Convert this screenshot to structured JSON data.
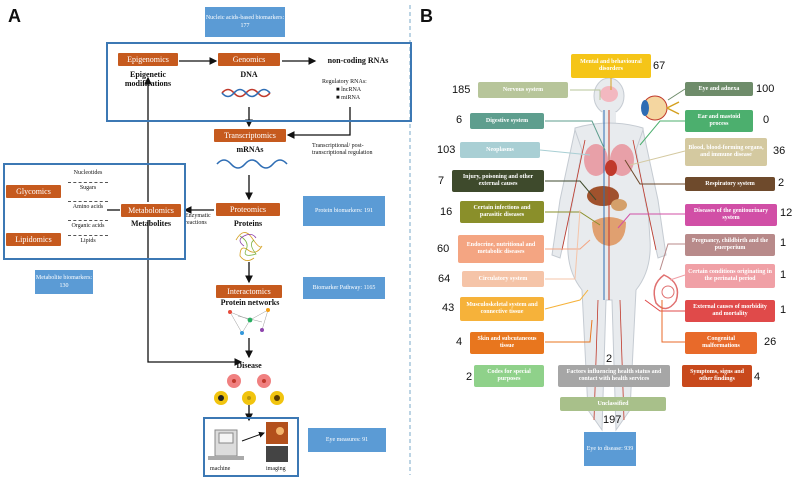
{
  "panel_a": {
    "letter": "A",
    "callout_nucleic": "Nucleic acids-based biomarkers: 177",
    "callout_protein": "Protein biomarkers: 191",
    "callout_pathway": "Biomarker Pathway: 1165",
    "callout_metabolite": "Metabolite biomarkers: 130",
    "callout_eye": "Eye measures: 91",
    "epigenomics": "Epigenomics",
    "epigenetic_modifications": "Epigenetic modifications",
    "genomics": "Genomics",
    "dna": "DNA",
    "noncoding": "non-coding RNAs",
    "regulatory_rnas": "Regulatory RNAs:",
    "lncrna": "lncRNA",
    "mirna": "miRNA",
    "transcriptomics": "Transcriptomics",
    "mrnas": "mRNAs",
    "transcriptional_regulation": "Transcriptional/ post-transcriptional regulation",
    "proteomics": "Proteomics",
    "proteins": "Proteins",
    "enzymatic_reactions": "Enzymatic reactions",
    "metabolomics": "Metabolomics",
    "metabolites": "Metabolites",
    "glycomics": "Glycomics",
    "lipidomics": "Lipidomics",
    "molecules": [
      "Nucleotides",
      "Sugars",
      "Amino acids",
      "Organic acids",
      "Lipids"
    ],
    "interactomics": "Interactomics",
    "protein_networks": "Protein networks",
    "disease": "Disease",
    "machine": "machine",
    "imaging": "imaging"
  },
  "panel_b": {
    "letter": "B",
    "callout_eye_disease": "Eye to disease: 939",
    "categories": [
      {
        "label": "Mental and behavioural disorders",
        "count": "67",
        "color": "#f5c518"
      },
      {
        "label": "Nervous system",
        "count": "185",
        "color": "#b7c59a"
      },
      {
        "label": "Eye and adnexa",
        "count": "100",
        "color": "#6e8c6a"
      },
      {
        "label": "Digestive system",
        "count": "6",
        "color": "#5e9e8e"
      },
      {
        "label": "Ear and mastoid process",
        "count": "0",
        "color": "#4caf6e"
      },
      {
        "label": "Neoplasms",
        "count": "103",
        "color": "#a9cfd4"
      },
      {
        "label": "Blood, blood-forming organs, and immune disease",
        "count": "36",
        "color": "#d4c9a0"
      },
      {
        "label": "Injury, poisoning and other external causes",
        "count": "7",
        "color": "#3e4a2c"
      },
      {
        "label": "Respiratory system",
        "count": "2",
        "color": "#6e4a2c"
      },
      {
        "label": "Certain infections and parasitic diseases",
        "count": "16",
        "color": "#8a8f2a"
      },
      {
        "label": "Diseases of the genitourinary system",
        "count": "12",
        "color": "#d14fa6"
      },
      {
        "label": "Endocrine, nutritional and metabolic diseases",
        "count": "60",
        "color": "#f4a582"
      },
      {
        "label": "Pregnancy, childbirth and the puerperium",
        "count": "1",
        "color": "#b88a8a"
      },
      {
        "label": "Circulatory system",
        "count": "64",
        "color": "#f5c4a8"
      },
      {
        "label": "Certain conditions originating in the perinatal period",
        "count": "1",
        "color": "#f0a0a6"
      },
      {
        "label": "Musculoskeletal system and connective tissue",
        "count": "43",
        "color": "#f6b23a"
      },
      {
        "label": "External causes of morbidity and mortality",
        "count": "1",
        "color": "#e04a4a"
      },
      {
        "label": "Skin and subcutaneous tissue",
        "count": "4",
        "color": "#e8761e"
      },
      {
        "label": "Congenital malformations",
        "count": "26",
        "color": "#e86a2a"
      },
      {
        "label": "Factors influencing health status and contact with health services",
        "count": "2",
        "color": "#a6a6a6"
      },
      {
        "label": "Codes for special purposes",
        "count": "2",
        "color": "#8fd18a"
      },
      {
        "label": "Symptoms, signs and other findings",
        "count": "4",
        "color": "#c8491c"
      },
      {
        "label": "Unclassified",
        "count": "197",
        "color": "#a8c08a"
      }
    ]
  }
}
